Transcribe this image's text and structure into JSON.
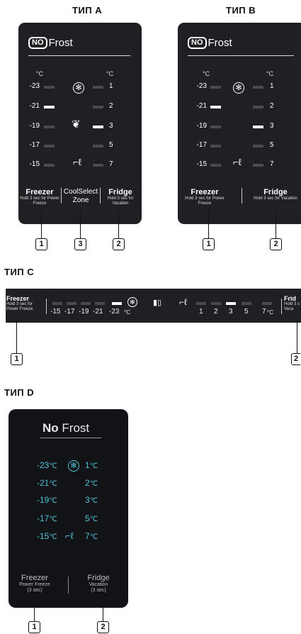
{
  "type_a": {
    "title": "ТИП A",
    "logo_text": "Frost",
    "logo_badge": "NO",
    "unit_left": "°C",
    "unit_right": "°C",
    "freezer_temps": [
      "-23",
      "-21",
      "-19",
      "-17",
      "-15"
    ],
    "fridge_temps": [
      "1",
      "2",
      "3",
      "5",
      "7"
    ],
    "freezer_label": "Freezer",
    "freezer_sub": "Hold 3 sec for Power Freeze",
    "cool_label": "CoolSelect Zone",
    "fridge_label": "Fridge",
    "fridge_sub": "Hold 3 sec for Vacation",
    "callouts": [
      "1",
      "3",
      "2"
    ]
  },
  "type_b": {
    "title": "ТИП B",
    "logo_text": "Frost",
    "logo_badge": "NO",
    "unit_left": "°C",
    "unit_right": "°C",
    "freezer_temps": [
      "-23",
      "-21",
      "-19",
      "-17",
      "-15"
    ],
    "fridge_temps": [
      "1",
      "2",
      "3",
      "5",
      "7"
    ],
    "freezer_label": "Freezer",
    "freezer_sub": "Hold 3 sec for Power Freeze",
    "fridge_label": "Fridge",
    "fridge_sub": "Hold 3 sec for Vacation",
    "callouts": [
      "1",
      "2"
    ]
  },
  "type_c": {
    "title": "ТИП C",
    "freezer_label": "Freezer",
    "freezer_sub": "Hold 3 sec for Power Freeze",
    "freezer_temps": [
      "-15",
      "-17",
      "-19",
      "-21",
      "-23"
    ],
    "freezer_unit": "°C",
    "fridge_temps": [
      "1",
      "2",
      "3",
      "5",
      "7"
    ],
    "fridge_unit": "°C",
    "fridge_label": "Frid",
    "fridge_sub": "Hold 3 s Vaca",
    "callouts": [
      "1",
      "2"
    ]
  },
  "type_d": {
    "title": "ТИП D",
    "logo_bold": "No",
    "logo_rest": "Frost",
    "freezer_temps": [
      "-23",
      "-21",
      "-19",
      "-17",
      "-15"
    ],
    "fridge_temps": [
      "1",
      "2",
      "3",
      "5",
      "7"
    ],
    "unit": "℃",
    "freezer_label": "Freezer",
    "freezer_sub1": "Power Freeze",
    "freezer_sub2": "(3 sec)",
    "fridge_label": "Fridge",
    "fridge_sub1": "Vacation",
    "fridge_sub2": "(3 sec)",
    "callouts": [
      "1",
      "2"
    ]
  },
  "icons": [
    "snowflake-icon",
    "eco-icon",
    "vacation-icon",
    "coolselect-icon"
  ]
}
